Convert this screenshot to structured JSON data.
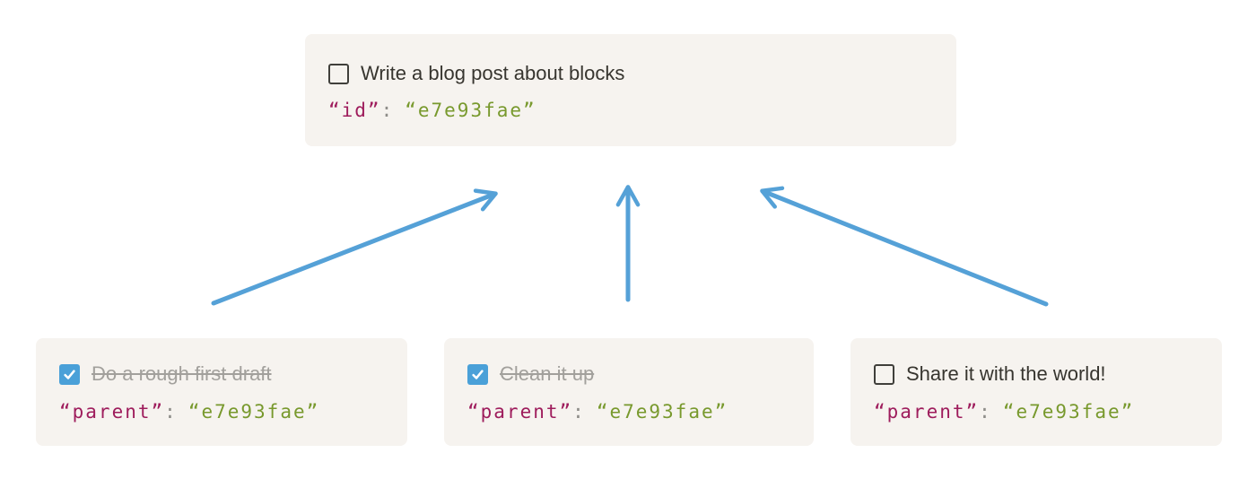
{
  "colors": {
    "page_bg": "#ffffff",
    "card_bg": "#f6f3ef",
    "text": "#37352f",
    "text_done": "#a2a09c",
    "checkbox_border": "#403f3b",
    "checkbox_checked": "#4aa0d8",
    "checkbox_check": "#ffffff",
    "arrow": "#55a1d7",
    "code_key": "#9e1c5c",
    "code_punct": "#8e8d89",
    "code_value": "#78992d"
  },
  "parent_task": {
    "label": "Write a blog post about blocks",
    "checked": false,
    "code_key": "“id”",
    "code_colon": ":",
    "code_value": "“e7e93fae”"
  },
  "subtasks": [
    {
      "label": "Do a rough first draft",
      "checked": true,
      "code_key": "“parent”",
      "code_colon": ":",
      "code_value": "“e7e93fae”"
    },
    {
      "label": "Clean it up",
      "checked": true,
      "code_key": "“parent”",
      "code_colon": ":",
      "code_value": "“e7e93fae”"
    },
    {
      "label": "Share it with the world!",
      "checked": false,
      "code_key": "“parent”",
      "code_colon": ":",
      "code_value": "“e7e93fae”"
    }
  ]
}
